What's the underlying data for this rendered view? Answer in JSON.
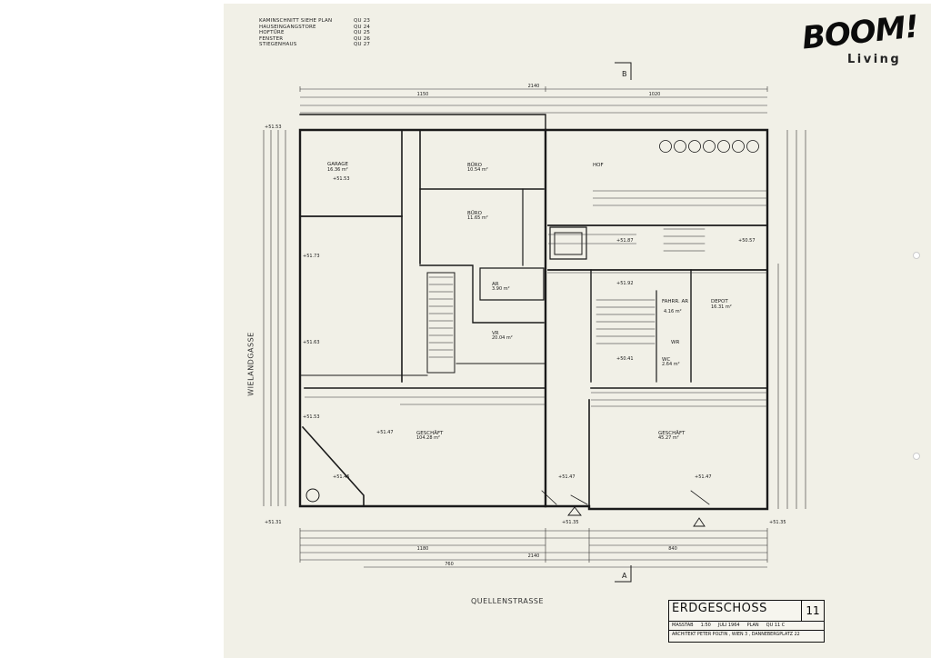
{
  "legend": [
    {
      "label": "KAMINSCHNITT  SIEHE  PLAN",
      "ref": "QU 23"
    },
    {
      "label": "HAUSEINGANGSTORE",
      "ref": "QU 24"
    },
    {
      "label": "HOFTÜRE",
      "ref": "QU 25"
    },
    {
      "label": "FENSTER",
      "ref": "QU 26"
    },
    {
      "label": "STIEGENHAUS",
      "ref": "QU 27"
    }
  ],
  "brand": {
    "logo": "BOOM!",
    "sub": "Living"
  },
  "streets": {
    "left": "WIELANDGASSE",
    "bottom": "QUELLENSTRASSE"
  },
  "rooms": [
    {
      "name": "GARAGE",
      "area": "16.36 m²"
    },
    {
      "name": "BÜRO",
      "area": "10.54 m²"
    },
    {
      "name": "BÜRO",
      "area": "11.65 m²"
    },
    {
      "name": "HOF",
      "area": ""
    },
    {
      "name": "AR",
      "area": "3.90 m²"
    },
    {
      "name": "VR",
      "area": "20.04 m²"
    },
    {
      "name": "FAHRR. AR",
      "area": "4.16 m²"
    },
    {
      "name": "DEPOT",
      "area": "16.31 m²"
    },
    {
      "name": "WR",
      "area": ""
    },
    {
      "name": "WC",
      "area": "2.64 m²"
    },
    {
      "name": "GESCHÄFT",
      "area": "104.28 m²"
    },
    {
      "name": "GESCHÄFT",
      "area": "45.27 m²"
    }
  ],
  "levels": [
    "+51.53",
    "+51.53",
    "+51.73",
    "+51.63",
    "+51.53",
    "+51.47",
    "+51.45",
    "+51.31",
    "+51.87",
    "+50.57",
    "+51.92",
    "+50.41",
    "+51.47",
    "+51.47",
    "+51.35",
    "+51.35"
  ],
  "dimensions": {
    "overall": "2140",
    "left_half": "1150",
    "right_half": "1020",
    "bottom_left": "1180",
    "bottom_right": "840",
    "center": "760"
  },
  "section_marks": [
    "B",
    "A"
  ],
  "title_block": {
    "title": "ERDGESCHOSS",
    "sheet": "11",
    "scale_label": "MASSTAB",
    "scale": "1:50",
    "date": "JULI 1964",
    "plan_label": "PLAN",
    "plan": "QU 11 C",
    "architect": "ARCHITEKT  PETER  POLTIN ,  WIEN  3 ,  DANNEBERGPLATZ  22"
  },
  "colors": {
    "paper": "#f1f0e7",
    "ink": "#1a1a1a"
  }
}
